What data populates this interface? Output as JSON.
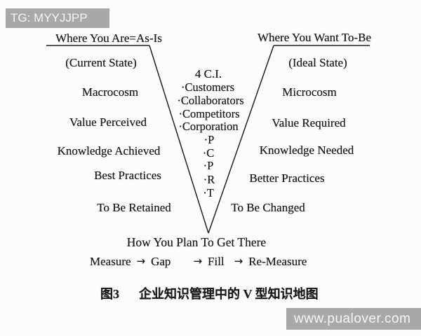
{
  "watermarks": {
    "top_left": "TG: MYYJJPP",
    "bottom_right": "www.pualover.com"
  },
  "vmap": {
    "left": {
      "title": "Where You Are=As-Is",
      "state": "(Current State)",
      "items": [
        "Macrocosm",
        "Value Perceived",
        "Knowledge Achieved",
        "Best Practices",
        "To Be Retained"
      ]
    },
    "right": {
      "title": "Where You Want To-Be",
      "state": "(Ideal State)",
      "items": [
        "Microcosm",
        "Value Required",
        "Knowledge Needed",
        "Better Practices",
        "To Be Changed"
      ]
    },
    "center": {
      "heading": "4 C.I.",
      "items": [
        "·Customers",
        "·Collaborators",
        "·Competitors",
        "·Corporation",
        "·P",
        "·C",
        "·P",
        "·R",
        "·T"
      ]
    },
    "bottom": {
      "plan": "How You Plan To Get There",
      "arrow": "→",
      "steps": [
        "Measure",
        "Gap",
        "Fill",
        "Re-Measure"
      ]
    },
    "caption": {
      "label": "图3",
      "text": "企业知识管理中的 V 型知识地图"
    }
  },
  "colors": {
    "ink": "#1b1b1b",
    "page_bg": "#fcfcfc",
    "banner_bg": "#a9a9a9",
    "banner_text": "#f4f4f4"
  }
}
